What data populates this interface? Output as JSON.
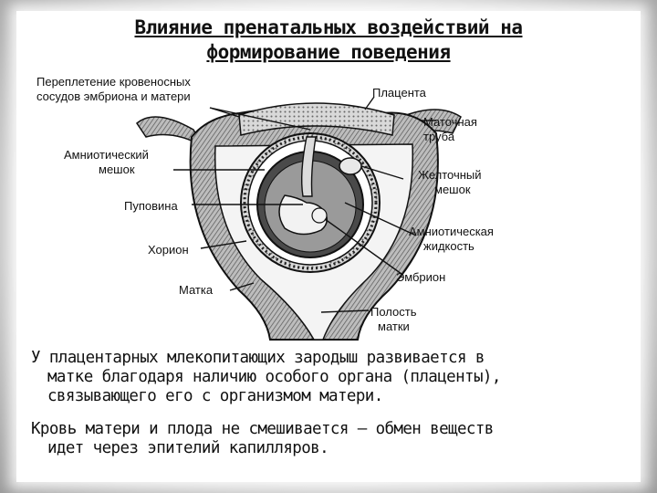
{
  "title": {
    "line1": "Влияние пренатальных воздействий на",
    "line2": "формирование поведения"
  },
  "labels": {
    "interweaving_line1": "Переплетение кровеносных",
    "interweaving_line2": "сосудов эмбриона и матери",
    "placenta": "Плацента",
    "uterine_tube_line1": "Маточная",
    "uterine_tube_line2": "труба",
    "amniotic_sac_line1": "Амниотический",
    "amniotic_sac_line2": "мешок",
    "yolk_sac_line1": "Желточный",
    "yolk_sac_line2": "мешок",
    "umbilical_cord": "Пуповина",
    "amniotic_fluid_line1": "Амниотическая",
    "amniotic_fluid_line2": "жидкость",
    "chorion": "Хорион",
    "embryo": "Эмбрион",
    "uterus": "Матка",
    "uterine_cavity_line1": "Полость",
    "uterine_cavity_line2": "матки"
  },
  "text": {
    "p1_line1": "У плацентарных млекопитающих зародыш развивается в",
    "p1_line2": "матке благодаря наличию особого органа (плаценты),",
    "p1_line3": "связывающего его с организмом матери.",
    "p2_line1": "Кровь матери и плода не смешивается – обмен веществ",
    "p2_line2": "идет через эпителий капилляров."
  }
}
